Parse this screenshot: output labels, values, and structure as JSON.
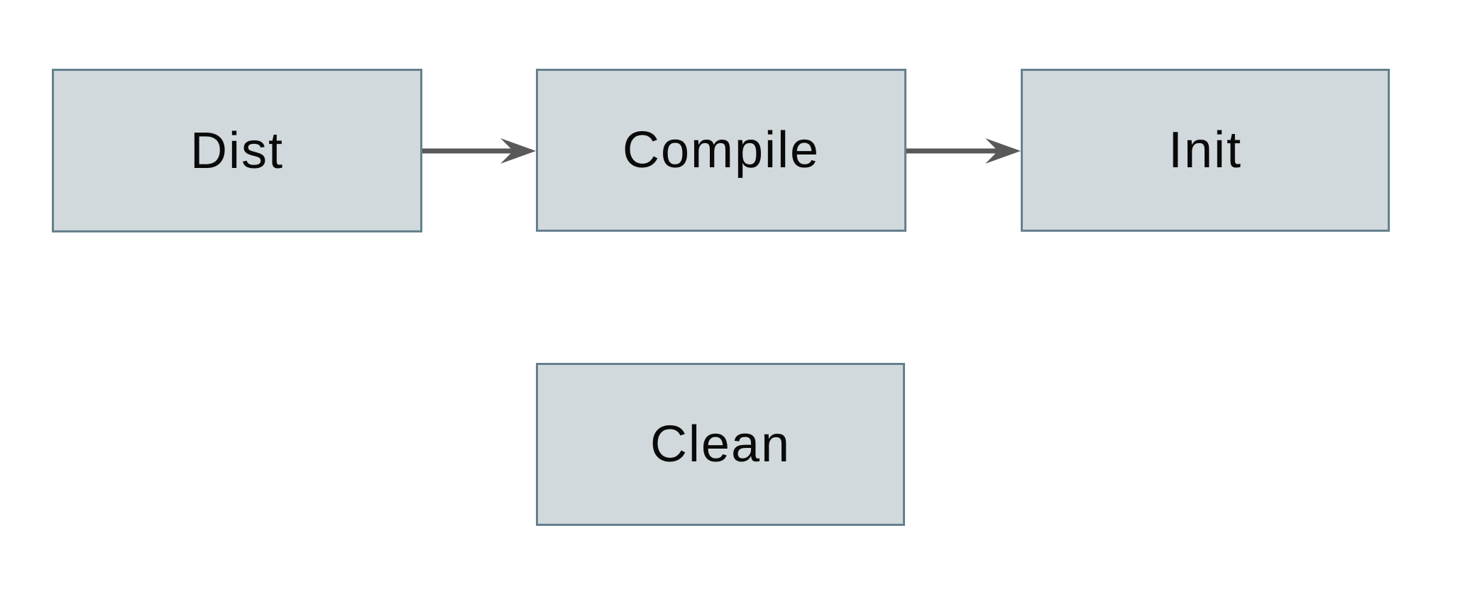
{
  "diagram": {
    "nodes": [
      {
        "id": "dist",
        "label": "Dist"
      },
      {
        "id": "compile",
        "label": "Compile"
      },
      {
        "id": "init",
        "label": "Init"
      },
      {
        "id": "clean",
        "label": "Clean"
      }
    ],
    "edges": [
      {
        "from": "dist",
        "to": "compile"
      },
      {
        "from": "compile",
        "to": "init"
      }
    ],
    "colors": {
      "background": "#ffffff",
      "node_fill": "#d1d9dc",
      "node_border": "#65808d",
      "arrow": "#595959",
      "text": "#0a0a0a"
    }
  }
}
